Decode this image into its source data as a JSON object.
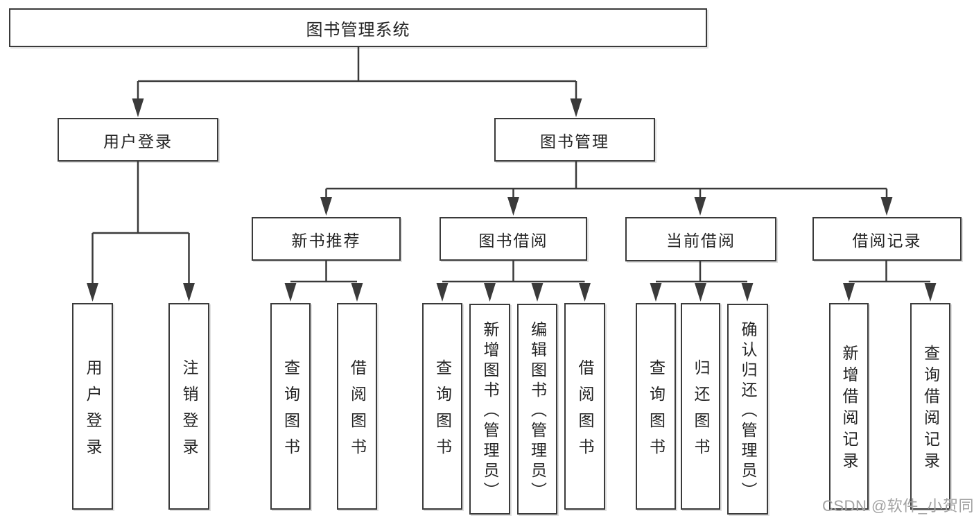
{
  "tree": {
    "label": "图书管理系统",
    "children": [
      {
        "label": "用户登录",
        "children": [
          {
            "label": "用户登录"
          },
          {
            "label": "注销登录"
          }
        ]
      },
      {
        "label": "图书管理",
        "children": [
          {
            "label": "新书推荐",
            "children": [
              {
                "label": "查询图书"
              },
              {
                "label": "借阅图书"
              }
            ]
          },
          {
            "label": "图书借阅",
            "children": [
              {
                "label": "查询图书"
              },
              {
                "label": "新增图书（管理员）"
              },
              {
                "label": "编辑图书（管理员）"
              },
              {
                "label": "借阅图书"
              }
            ]
          },
          {
            "label": "当前借阅",
            "children": [
              {
                "label": "查询图书"
              },
              {
                "label": "归还图书"
              },
              {
                "label": "确认归还（管理员）"
              }
            ]
          },
          {
            "label": "借阅记录",
            "children": [
              {
                "label": "新增借阅记录"
              },
              {
                "label": "查询借阅记录"
              }
            ]
          }
        ]
      }
    ]
  },
  "watermark": {
    "text": "CSDN @软件_小贺同学"
  },
  "colors": {
    "line": "#3a3a3a",
    "text": "#232323",
    "watermark": "#a2a2a2",
    "background": "#ffffff"
  }
}
